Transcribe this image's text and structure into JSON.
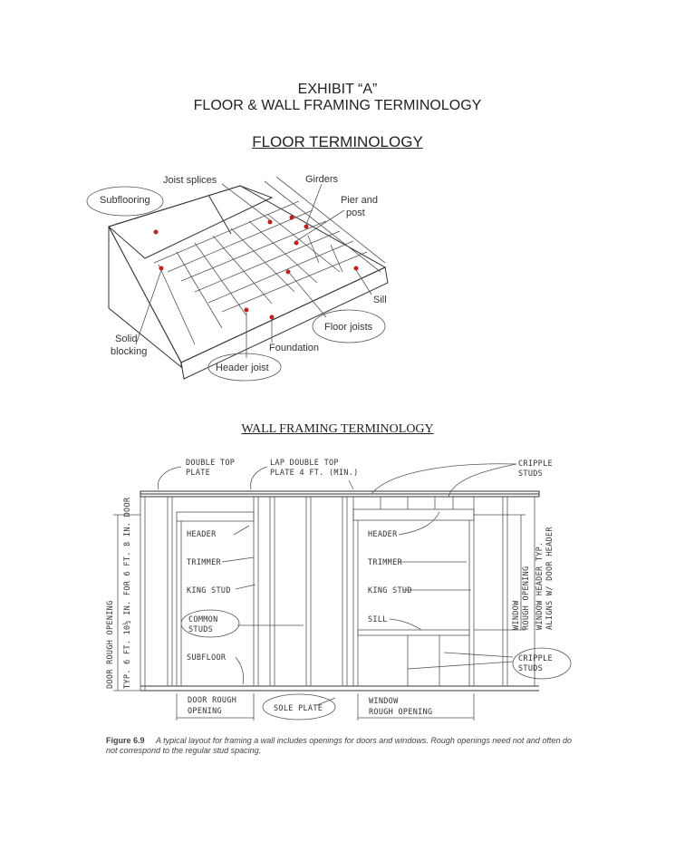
{
  "header": {
    "exhibit": "EXHIBIT “A”",
    "title": "FLOOR & WALL FRAMING TERMINOLOGY"
  },
  "floor": {
    "title": "FLOOR TERMINOLOGY",
    "labels": {
      "joist_splices": "Joist splices",
      "girders": "Girders",
      "subflooring": "Subflooring",
      "pier_and_post_1": "Pier and",
      "pier_and_post_2": "post",
      "sill": "Sill",
      "floor_joists": "Floor joists",
      "solid_blocking_1": "Solid",
      "solid_blocking_2": "blocking",
      "foundation": "Foundation",
      "header_joist": "Header joist"
    }
  },
  "wall": {
    "title": "WALL FRAMING TERMINOLOGY",
    "labels": {
      "double_top_plate_1": "DOUBLE TOP",
      "double_top_plate_2": "PLATE",
      "lap_double_top_1": "LAP DOUBLE TOP",
      "lap_double_top_2": "PLATE 4 FT. (MIN.)",
      "cripple_studs_top_1": "CRIPPLE",
      "cripple_studs_top_2": "STUDS",
      "header_left": "HEADER",
      "trimmer_left": "TRIMMER",
      "king_stud_left": "KING STUD",
      "common_studs_1": "COMMON",
      "common_studs_2": "STUDS",
      "subfloor": "SUBFLOOR",
      "header_right": "HEADER",
      "trimmer_right": "TRIMMER",
      "king_stud_right": "KING STUD",
      "sill": "SILL",
      "door_rough_vertical_1": "DOOR ROUGH OPENING",
      "door_rough_vertical_2": "TYP. 6 FT. 10½ IN. FOR 6 FT. 8 IN. DOOR",
      "window_rough_vertical_1": "WINDOW",
      "window_rough_vertical_2": "ROUGH OPENING",
      "window_header_vertical_1": "WINDOW HEADER TYP.",
      "window_header_vertical_2": "ALIGNS W/ DOOR HEADER",
      "cripple_studs_bottom_1": "CRIPPLE",
      "cripple_studs_bottom_2": "STUDS",
      "door_rough_bottom_1": "DOOR ROUGH",
      "door_rough_bottom_2": "OPENING",
      "sole_plate": "SOLE PLATE",
      "window_rough_bottom_1": "WINDOW",
      "window_rough_bottom_2": "ROUGH OPENING"
    },
    "caption_label": "Figure 6.9",
    "caption_line1": "A typical layout for framing a wall includes openings for doors and windows. Rough openings need not and often do",
    "caption_line2": "not correspond to the regular stud spacing."
  }
}
